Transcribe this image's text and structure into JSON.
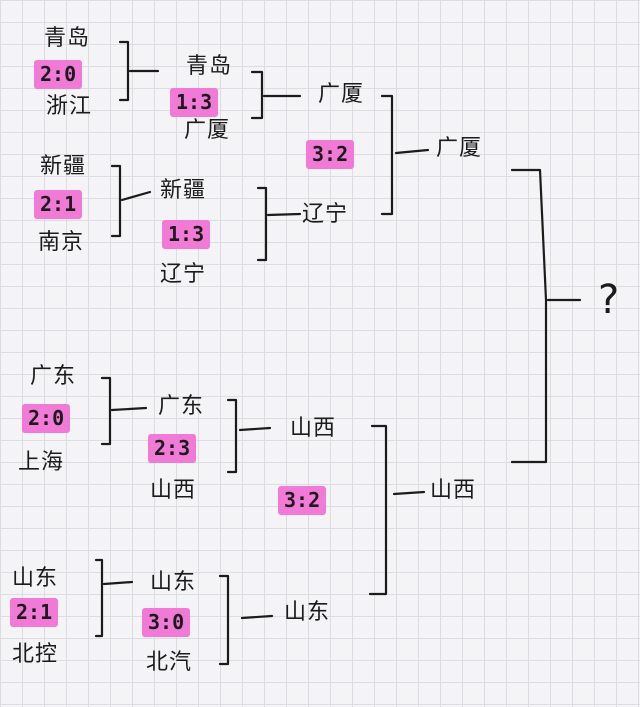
{
  "round1": [
    {
      "team_a": "青岛",
      "score": "2:0",
      "team_b": "浙江"
    },
    {
      "team_a": "新疆",
      "score": "2:1",
      "team_b": "南京"
    },
    {
      "team_a": "广东",
      "score": "2:0",
      "team_b": "上海"
    },
    {
      "team_a": "山东",
      "score": "2:1",
      "team_b": "北控"
    }
  ],
  "round2": [
    {
      "team_a": "青岛",
      "score": "1:3",
      "team_b": "广厦"
    },
    {
      "team_a": "新疆",
      "score": "1:3",
      "team_b": "辽宁"
    },
    {
      "team_a": "广东",
      "score": "2:3",
      "team_b": "山西"
    },
    {
      "team_a": "山东",
      "score": "3:0",
      "team_b": "北汽"
    }
  ],
  "semis": [
    {
      "team_a": "广厦",
      "score": "3:2",
      "team_b": "辽宁"
    },
    {
      "team_a": "山西",
      "score": "3:2",
      "team_b": "山东"
    }
  ],
  "finalists": [
    "广厦",
    "山西"
  ],
  "champion": "?"
}
